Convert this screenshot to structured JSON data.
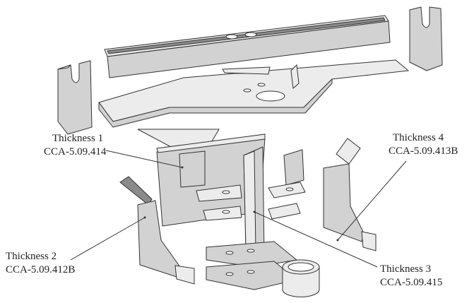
{
  "labels": [
    {
      "thickness": "Thickness 1",
      "part": "CCA-5.09.414"
    },
    {
      "thickness": "Thickness 2",
      "part": "CCA-5.09.412B"
    },
    {
      "thickness": "Thickness 3",
      "part": "CCA-5.09.415"
    },
    {
      "thickness": "Thickness 4",
      "part": "CCA-5.09.413B"
    }
  ]
}
